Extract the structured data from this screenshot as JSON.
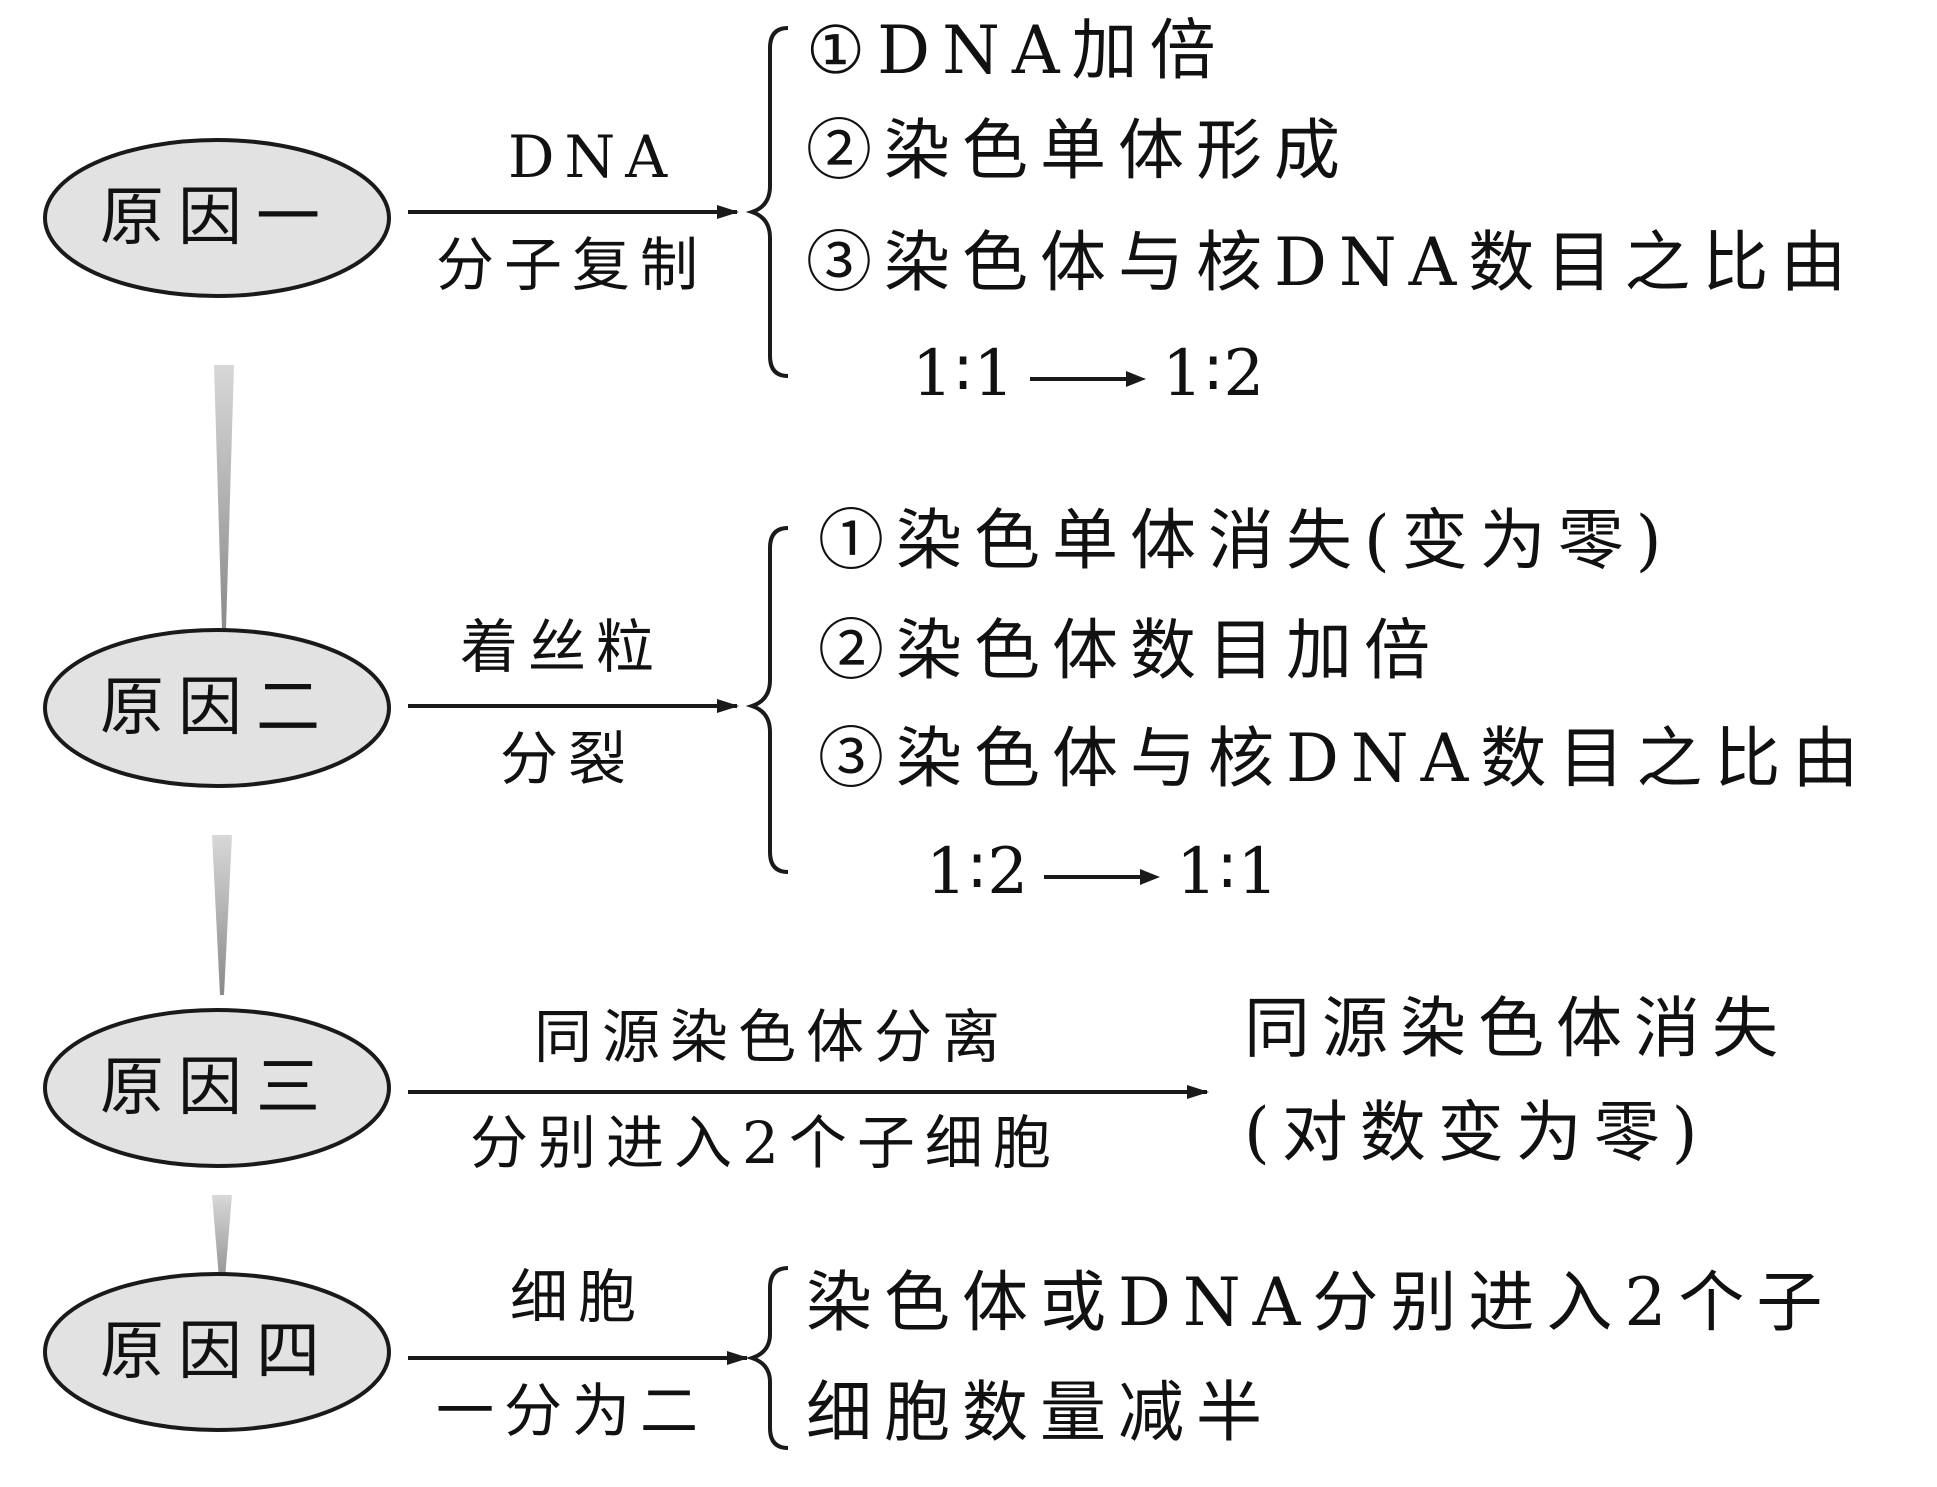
{
  "colors": {
    "node_fill": "#e2e2e2",
    "stroke": "#1a1a1a",
    "text": "#111111",
    "connector": "#9a9a9a"
  },
  "nodes": [
    {
      "label": "原因一"
    },
    {
      "label": "原因二"
    },
    {
      "label": "原因三"
    },
    {
      "label": "原因四"
    }
  ],
  "arrows": [
    {
      "top": "DNA",
      "bottom": "分子复制"
    },
    {
      "top": "着丝粒",
      "bottom": "分裂"
    },
    {
      "top": "同源染色体分离",
      "bottom": "分别进入2个子细胞"
    },
    {
      "top": "细胞",
      "bottom": "一分为二"
    }
  ],
  "results": {
    "r1": {
      "items": [
        "①DNA加倍",
        "②染色单体形成",
        "③染色体与核DNA数目之比由"
      ],
      "ratio_from": "1∶1",
      "ratio_to": "1∶2"
    },
    "r2": {
      "items": [
        "①染色单体消失(变为零)",
        "②染色体数目加倍",
        "③染色体与核DNA数目之比由"
      ],
      "ratio_from": "1∶2",
      "ratio_to": "1∶1"
    },
    "r3": {
      "items": [
        "同源染色体消失",
        "(对数变为零)"
      ]
    },
    "r4": {
      "items": [
        "染色体或DNA分别进入2个子",
        "细胞数量减半"
      ]
    }
  }
}
